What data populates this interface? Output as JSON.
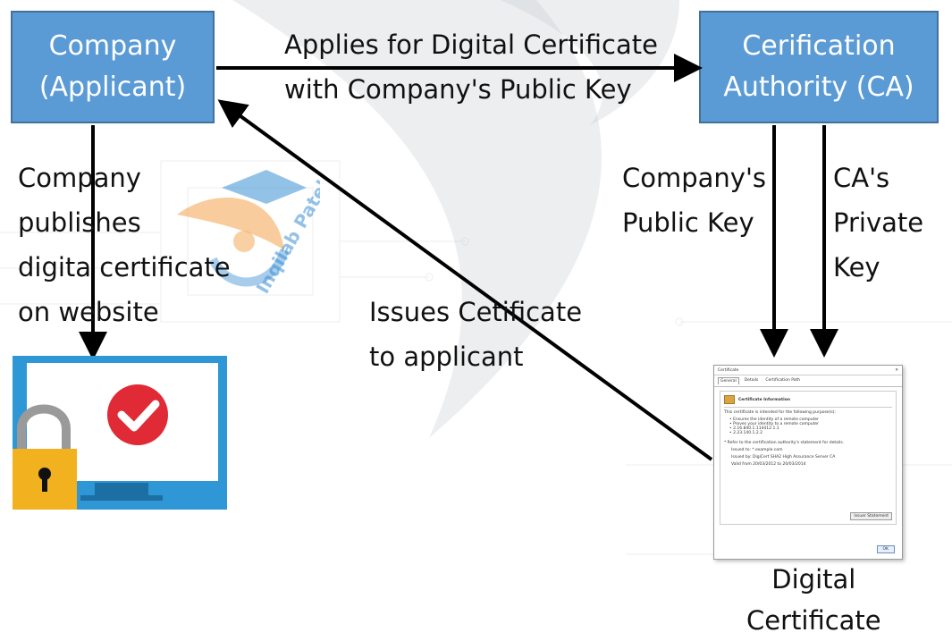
{
  "colors": {
    "box_fill": "#5b9bd5",
    "box_border": "#41719c",
    "box_text": "#ffffff",
    "arrow": "#000000",
    "check_red": "#e02a36",
    "lock_gold": "#f2b11f",
    "monitor_blue": "#2f97d6",
    "watermark_orange": "#f3a24a",
    "watermark_blue": "#3b8fd4"
  },
  "nodes": {
    "company": [
      "Company",
      "(Applicant)"
    ],
    "ca": [
      "Cerification",
      "Authority (CA)"
    ]
  },
  "edges": {
    "apply": [
      "Applies for Digital Certificate",
      "with Company's Public Key"
    ],
    "publish": [
      "Company",
      "publishes",
      "digita  certificate",
      "on website"
    ],
    "issue": [
      "Issues Cetificate",
      "to applicant"
    ],
    "public_key": [
      "Company's",
      "Public Key"
    ],
    "private_key": [
      "CA's",
      "Private",
      "Key"
    ]
  },
  "certificate_caption": [
    "Digital",
    "Certificate"
  ],
  "watermark_text": "Inqilab Patel",
  "certificate_window": {
    "title": "Certificate",
    "tabs": [
      "General",
      "Details",
      "Certification Path"
    ],
    "heading": "Certificate Information",
    "purpose": "This certificate is intended for the following purpose(s):",
    "bullets": [
      "• Ensures the identity of a remote computer",
      "• Proves your identity to a remote computer",
      "• 2.16.840.1.114412.1.1",
      "• 2.23.140.1.2.2"
    ],
    "note": "* Refer to the certification authority's statement for details.",
    "issued_to": "Issued to:  *.example.com",
    "issued_by": "Issued by:  DigiCert SHA2 High Assurance Server CA",
    "valid_from": "Valid from  20/03/2012  to  20/03/2014",
    "issuer_button": "Issuer Statement",
    "ok_button": "OK"
  }
}
